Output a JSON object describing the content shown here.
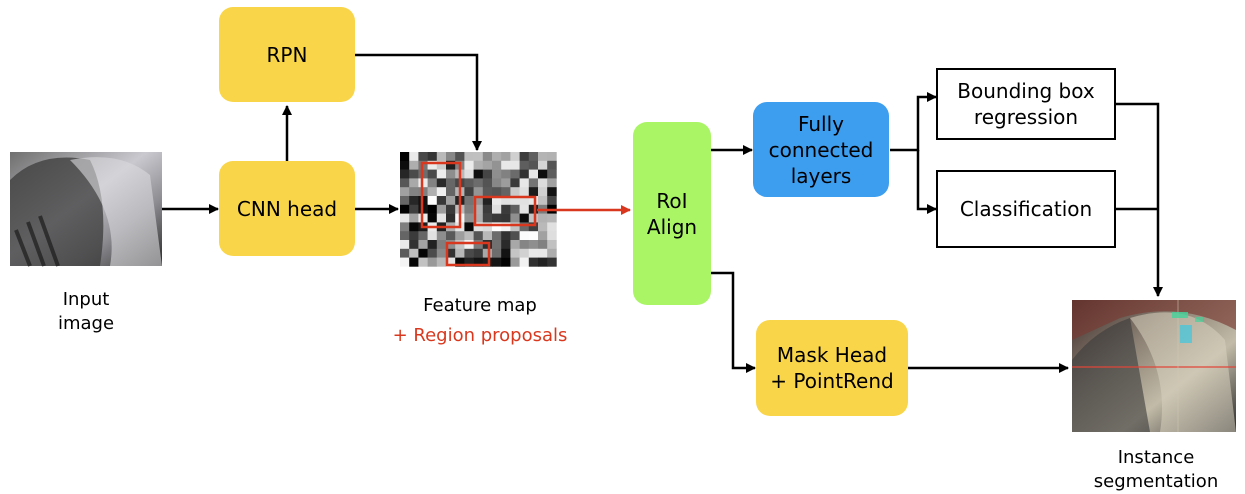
{
  "colors": {
    "yellow": "#f9d54a",
    "green": "#a9f566",
    "blue": "#3d9ef0",
    "red_accent": "#d9381e"
  },
  "nodes": {
    "rpn": "RPN",
    "cnn_head": "CNN head",
    "roi_align": [
      "RoI",
      "Align"
    ],
    "fully_connected": [
      "Fully",
      "connected",
      "layers"
    ],
    "bbox_regression": [
      "Bounding box",
      "regression"
    ],
    "classification": "Classification",
    "mask_head": [
      "Mask Head",
      "+ PointRend"
    ]
  },
  "captions": {
    "input_image": [
      "Input",
      "image"
    ],
    "feature_map": "Feature map",
    "region_proposals": "+ Region proposals",
    "instance_segmentation": [
      "Instance",
      "segmentation"
    ]
  },
  "icons": {
    "input_image": "camera-photo-icon",
    "feature_map": "feature-map-grid-icon",
    "output_image": "segmentation-result-icon"
  }
}
